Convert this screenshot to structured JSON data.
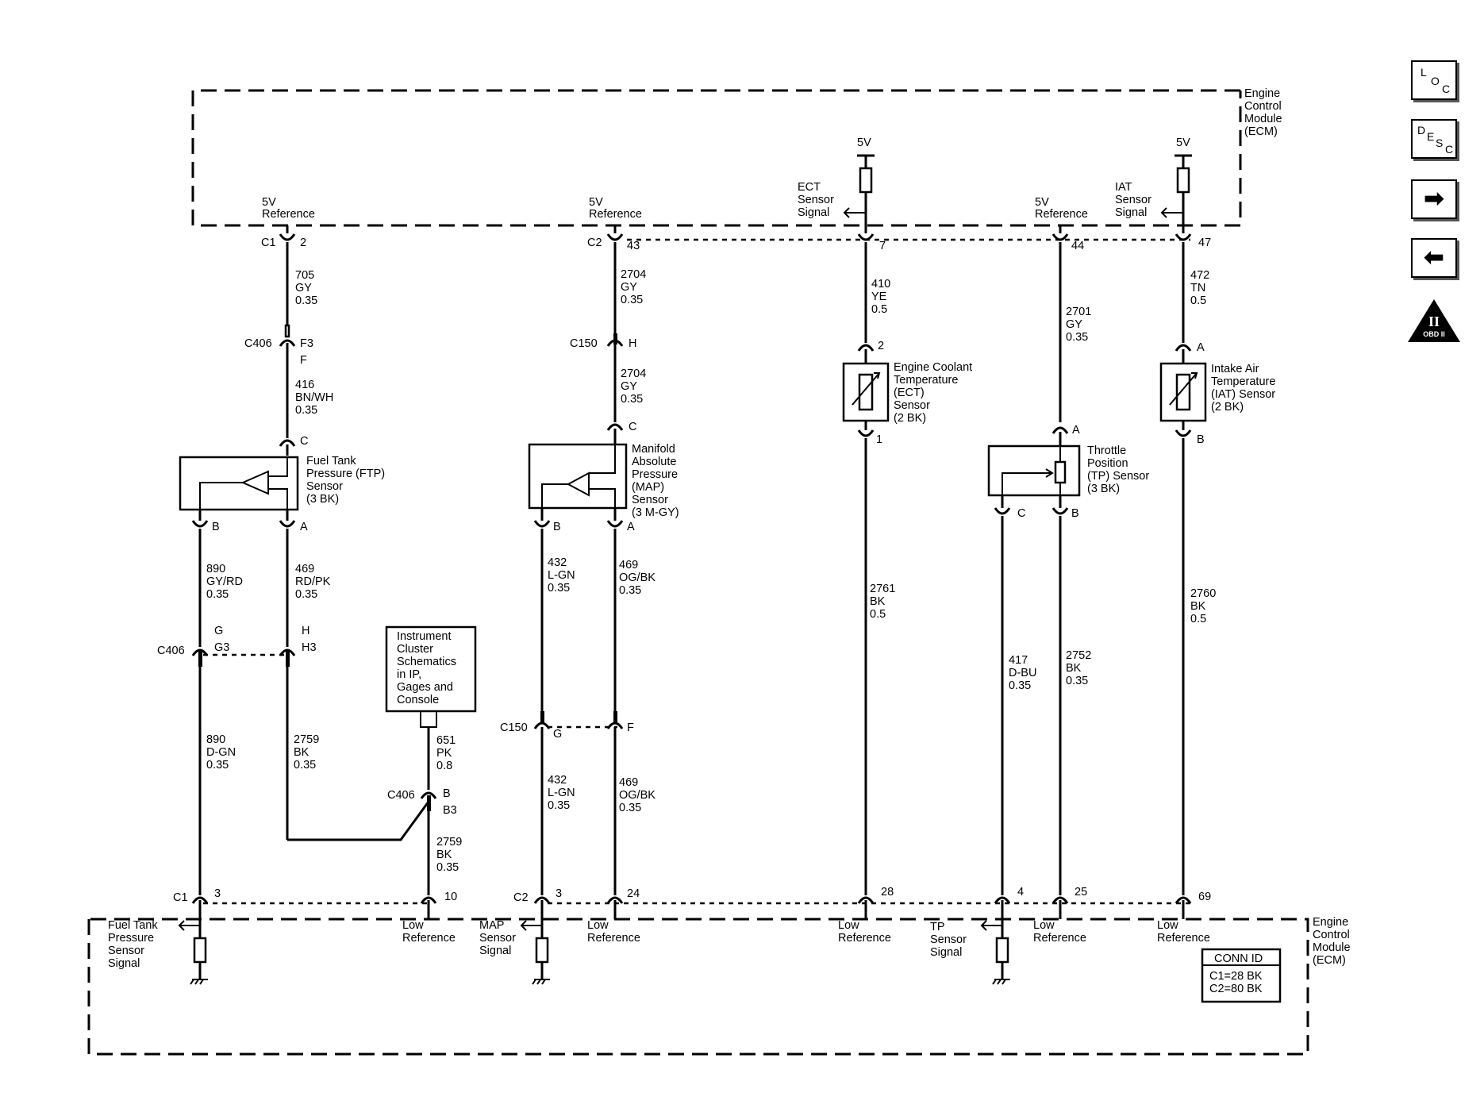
{
  "nav": {
    "loc": {
      "l1": "L",
      "l2": "O",
      "l3": "C"
    },
    "desc": {
      "l1": "D",
      "l2": "E",
      "l3": "S",
      "l4": "C"
    },
    "next_icon": "arrow-right-icon",
    "prev_icon": "arrow-left-icon",
    "obd": {
      "top": "II",
      "bottom": "OBD II"
    }
  },
  "ecm_top_label": [
    "Engine",
    "Control",
    "Module",
    "(ECM)"
  ],
  "ecm_bottom_label": [
    "Engine",
    "Control",
    "Module",
    "(ECM)"
  ],
  "top_ecm_labels": {
    "ftp_ref": [
      "5V",
      "Reference"
    ],
    "map_ref": [
      "5V",
      "Reference"
    ],
    "ect_5v": "5V",
    "ect_signal": [
      "ECT",
      "Sensor",
      "Signal"
    ],
    "tp_ref": [
      "5V",
      "Reference"
    ],
    "iat_5v": "5V",
    "iat_signal": [
      "IAT",
      "Sensor",
      "Signal"
    ]
  },
  "connectors_top": {
    "c1": "C1",
    "c1_pin": "2",
    "c2": "C2",
    "c2_pin_map": "43",
    "c2_pin_ect": "7",
    "c2_pin_tp": "44",
    "c2_pin_iat": "47"
  },
  "wires": {
    "w705": [
      "705",
      "GY",
      "0.35"
    ],
    "w416": [
      "416",
      "BN/WH",
      "0.35"
    ],
    "w890a": [
      "890",
      "GY/RD",
      "0.35"
    ],
    "w469a": [
      "469",
      "RD/PK",
      "0.35"
    ],
    "w890b": [
      "890",
      "D-GN",
      "0.35"
    ],
    "w2759a": [
      "2759",
      "BK",
      "0.35"
    ],
    "w651": [
      "651",
      "PK",
      "0.8"
    ],
    "w2759b": [
      "2759",
      "BK",
      "0.35"
    ],
    "w2704a": [
      "2704",
      "GY",
      "0.35"
    ],
    "w2704b": [
      "2704",
      "GY",
      "0.35"
    ],
    "w432a": [
      "432",
      "L-GN",
      "0.35"
    ],
    "w469b": [
      "469",
      "OG/BK",
      "0.35"
    ],
    "w432b": [
      "432",
      "L-GN",
      "0.35"
    ],
    "w469c": [
      "469",
      "OG/BK",
      "0.35"
    ],
    "w410": [
      "410",
      "YE",
      "0.5"
    ],
    "w2761": [
      "2761",
      "BK",
      "0.5"
    ],
    "w2701": [
      "2701",
      "GY",
      "0.35"
    ],
    "w417": [
      "417",
      "D-BU",
      "0.35"
    ],
    "w2752": [
      "2752",
      "BK",
      "0.35"
    ],
    "w472": [
      "472",
      "TN",
      "0.5"
    ],
    "w2760": [
      "2760",
      "BK",
      "0.5"
    ]
  },
  "inline_connectors": {
    "c406_f": {
      "name": "C406",
      "pin_a": "F3",
      "pin_b": "F"
    },
    "c406_gh": {
      "name": "C406",
      "g": "G",
      "g3": "G3",
      "h": "H",
      "h3": "H3"
    },
    "c406_b": {
      "name": "C406",
      "pin_a": "B",
      "pin_b": "B3"
    },
    "c150_h": {
      "name": "C150",
      "pin": "H"
    },
    "c150_gf": {
      "name": "C150",
      "g": "G",
      "f": "F"
    }
  },
  "sensors": {
    "ftp": {
      "label": [
        "Fuel Tank",
        "Pressure (FTP)",
        "Sensor",
        "(3 BK)"
      ],
      "pin_c": "C",
      "pin_b": "B",
      "pin_a": "A"
    },
    "map": {
      "label": [
        "Manifold",
        "Absolute",
        "Pressure",
        "(MAP)",
        "Sensor",
        "(3 M-GY)"
      ],
      "pin_c": "C",
      "pin_b": "B",
      "pin_a": "A"
    },
    "ect": {
      "label": [
        "Engine Coolant",
        "Temperature",
        "(ECT)",
        "Sensor",
        "(2 BK)"
      ],
      "pin_top": "2",
      "pin_bot": "1"
    },
    "tp": {
      "label": [
        "Throttle",
        "Position",
        "(TP) Sensor",
        "(3 BK)"
      ],
      "pin_a": "A",
      "pin_c": "C",
      "pin_b": "B"
    },
    "iat": {
      "label": [
        "Intake Air",
        "Temperature",
        "(IAT) Sensor",
        "(2 BK)"
      ],
      "pin_a": "A",
      "pin_b": "B"
    }
  },
  "instrument_box": [
    "Instrument",
    "Cluster",
    "Schematics",
    "in IP,",
    "Gages and",
    "Console"
  ],
  "connectors_bottom": {
    "c1": "C1",
    "c1_pin_ftp": "3",
    "c1_pin_low": "10",
    "c2": "C2",
    "c2_pin_map": "3",
    "c2_pin_low": "24",
    "c2_pin_ect": "28",
    "c2_pin_tp": "4",
    "c2_pin_tplow": "25",
    "c2_pin_iat": "69"
  },
  "bottom_ecm_labels": {
    "ftp_signal": [
      "Fuel Tank",
      "Pressure",
      "Sensor",
      "Signal"
    ],
    "low_ref_1": [
      "Low",
      "Reference"
    ],
    "map_signal": [
      "MAP",
      "Sensor",
      "Signal"
    ],
    "low_ref_2": [
      "Low",
      "Reference"
    ],
    "low_ref_3": [
      "Low",
      "Reference"
    ],
    "tp_signal": [
      "TP",
      "Sensor",
      "Signal"
    ],
    "low_ref_4": [
      "Low",
      "Reference"
    ],
    "low_ref_5": [
      "Low",
      "Reference"
    ]
  },
  "conn_id": {
    "title": "CONN ID",
    "rows": [
      "C1=28 BK",
      "C2=80 BK"
    ]
  }
}
